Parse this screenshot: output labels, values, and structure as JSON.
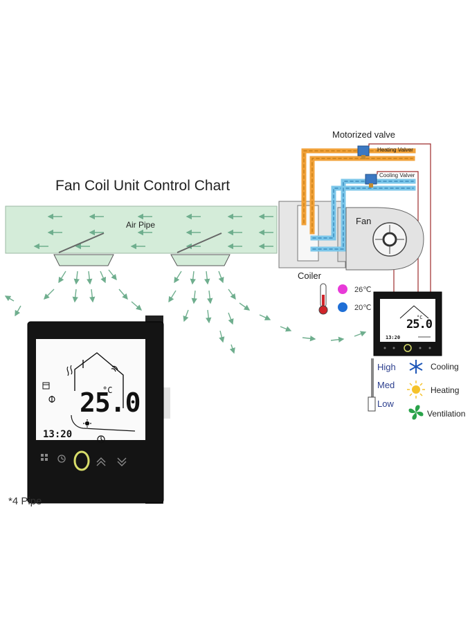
{
  "diagram": {
    "title": "Fan Coil Unit Control Chart",
    "motorized_valve": "Motorized valve",
    "heating_valve": "Heating Valver",
    "cooling_valve": "Cooling Valver",
    "air_pipe": "Air Pipe",
    "fan": "Fan",
    "coiler": "Coiler",
    "temp_hot": "26℃",
    "temp_cold": "20℃",
    "speeds": {
      "high": "High",
      "med": "Med",
      "low": "Low"
    },
    "modes": {
      "cooling": "Cooling",
      "heating": "Heating",
      "ventilation": "Ventilation"
    },
    "footnote": "*4 Pipe",
    "colors": {
      "hot_pipe": "#f2a23a",
      "cold_pipe": "#7cc7ea",
      "wire": "#9c2a2a",
      "air_duct": "#d4ecd9",
      "airflow_arrow": "#6fae8e",
      "speed_text": "#2c3f8e",
      "hot_dot": "#e83ad8",
      "cold_dot": "#1f6fd6",
      "ring": "#d8dd6a"
    }
  },
  "thermostat_large": {
    "temperature": "25.0",
    "unit": "°C",
    "clock": "13:20"
  },
  "thermostat_small": {
    "temperature": "25.0",
    "unit": "°C",
    "clock": "13:20"
  }
}
